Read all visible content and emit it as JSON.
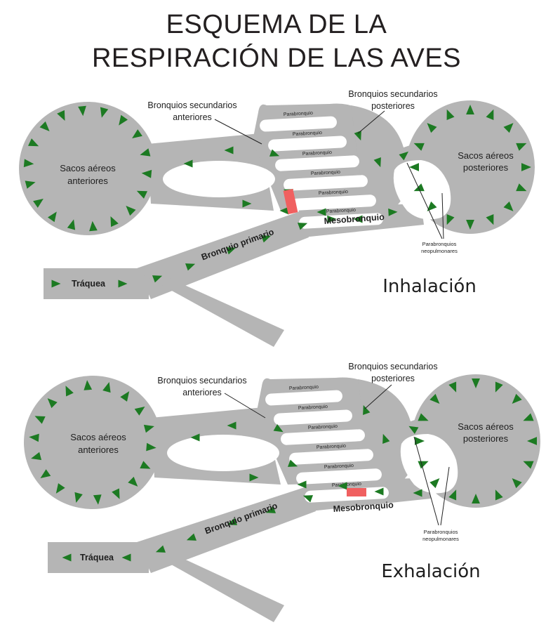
{
  "title": {
    "line1": "ESQUEMA DE LA",
    "line2": "RESPIRACIÓN DE LAS AVES"
  },
  "colors": {
    "tissue": "#b5b5b5",
    "arrow": "#1c7a22",
    "valve": "#f06060",
    "text": "#1e1e1e"
  },
  "panels": [
    {
      "phase": "Inhalación",
      "labels": {
        "anterior_sacs": [
          "Sacos aéreos",
          "anteriores"
        ],
        "posterior_sacs": [
          "Sacos aéreos",
          "posteriores"
        ],
        "anterior_bronchi": [
          "Bronquios secundarios",
          "anteriores"
        ],
        "posterior_bronchi": [
          "Bronquios secundarios",
          "posteriores"
        ],
        "parabronchus": "Parabronquio",
        "mesobronchus": "Mesobronquio",
        "primary_bronchus": "Bronquio primario",
        "trachea": "Tráquea",
        "neopulmonic": [
          "Parabronquios",
          "neopulmonares"
        ]
      }
    },
    {
      "phase": "Exhalación",
      "labels": {
        "anterior_sacs": [
          "Sacos aéreos",
          "anteriores"
        ],
        "posterior_sacs": [
          "Sacos aéreos",
          "posteriores"
        ],
        "anterior_bronchi": [
          "Bronquios secundarios",
          "anteriores"
        ],
        "posterior_bronchi": [
          "Bronquios secundarios",
          "posteriores"
        ],
        "parabronchus": "Parabronquio",
        "mesobronchus": "Mesobronquio",
        "primary_bronchus": "Bronquio primario",
        "trachea": "Tráquea",
        "neopulmonic": [
          "Parabronquios",
          "neopulmonares"
        ]
      }
    }
  ]
}
